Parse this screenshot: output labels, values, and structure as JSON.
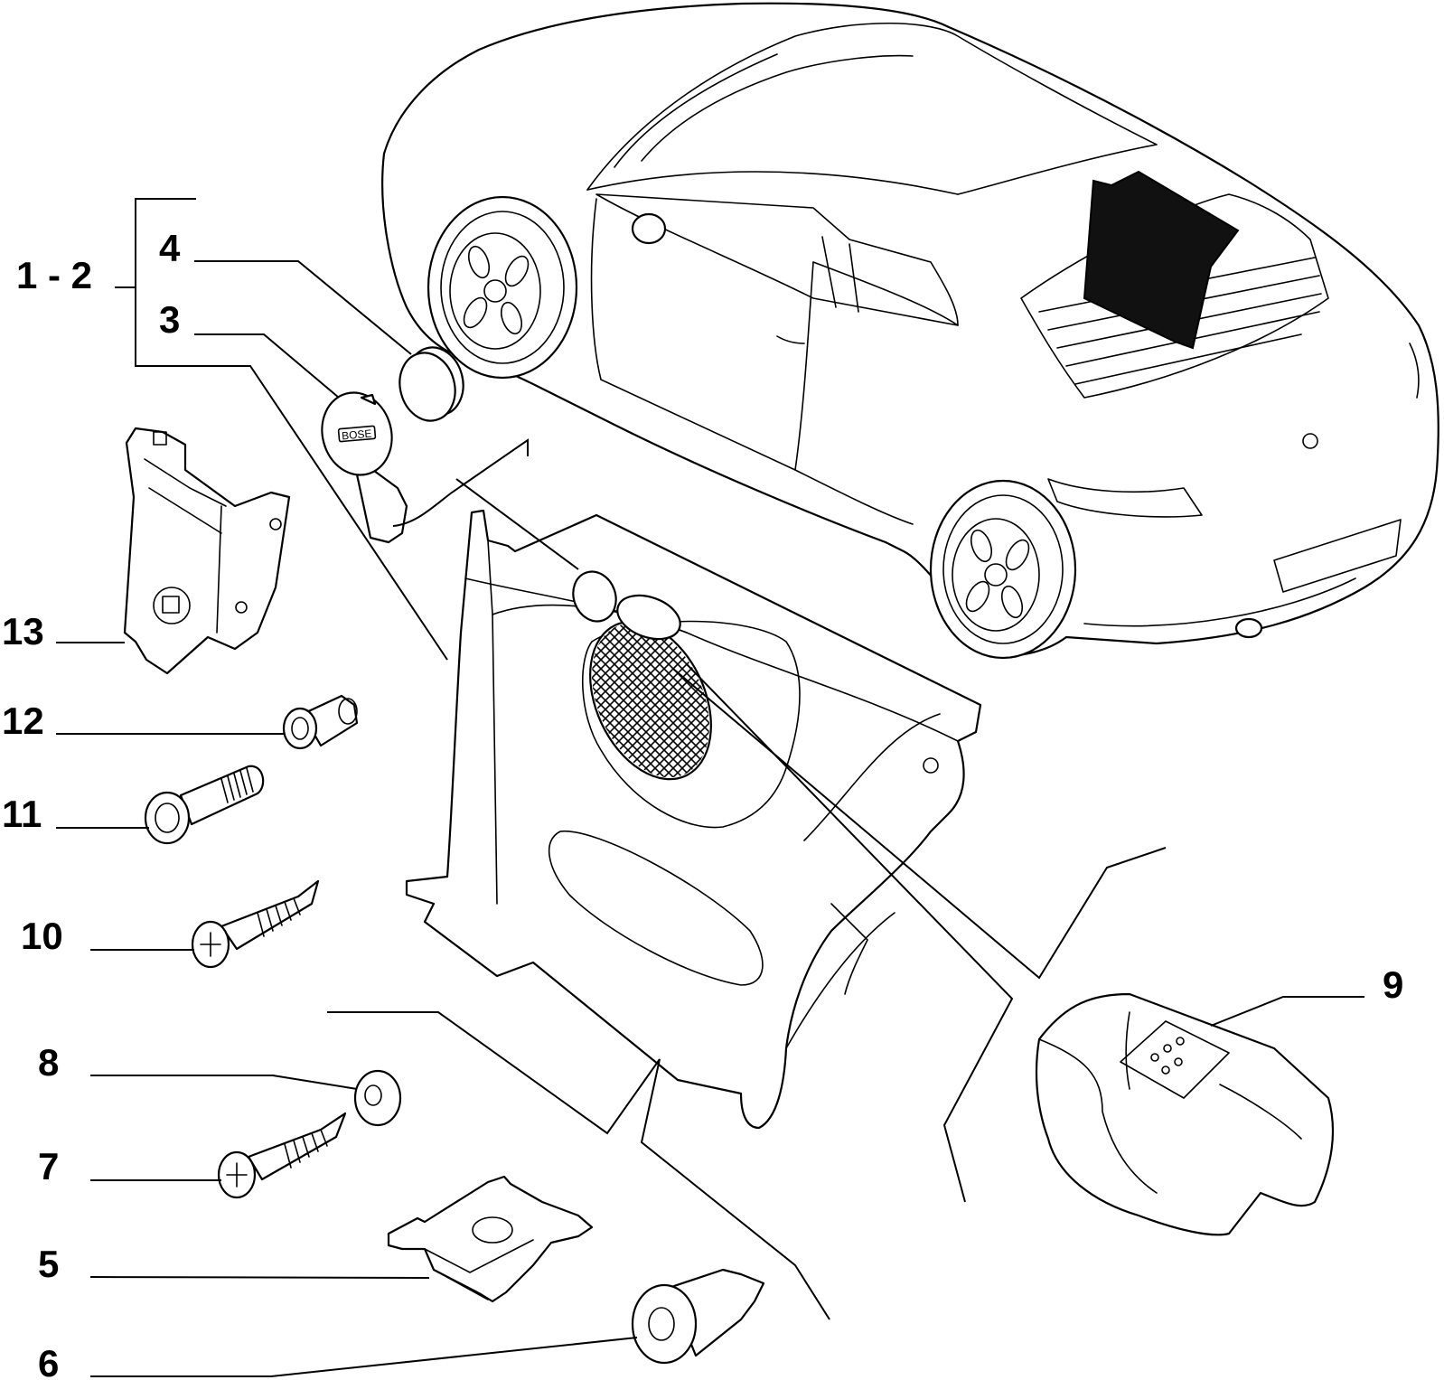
{
  "callouts": {
    "c1_2": "1 - 2",
    "c3": "3",
    "c4": "4",
    "c5": "5",
    "c6": "6",
    "c7": "7",
    "c8": "8",
    "c9": "9",
    "c10": "10",
    "c11": "11",
    "c12": "12",
    "c13": "13"
  },
  "cap_logo_text": "BOSE",
  "colors": {
    "line": "#000000",
    "background": "#ffffff",
    "speaker_box": "#111111"
  },
  "icons": [
    "car-outline",
    "trim-panel",
    "speaker-grille",
    "bracket",
    "screw",
    "bolt",
    "nut",
    "clip",
    "push-pin",
    "cap",
    "cover-trim"
  ]
}
